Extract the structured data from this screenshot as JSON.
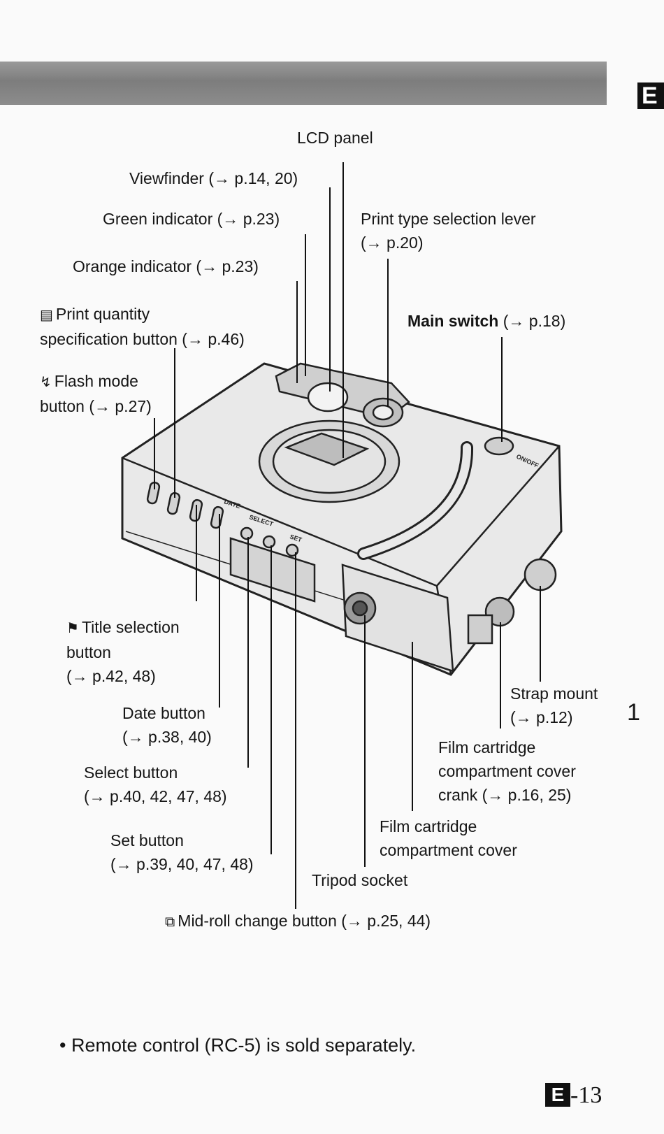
{
  "header": {
    "lang_tab": "E"
  },
  "labels": {
    "lcd_panel": "LCD panel",
    "viewfinder": "Viewfinder (→ p.14, 20)",
    "green_indicator": "Green indicator (→ p.23)",
    "print_type_lever_1": "Print type selection lever",
    "print_type_lever_2": "(→ p.20)",
    "orange_indicator": "Orange indicator (→ p.23)",
    "print_quantity_1": "Print quantity",
    "print_quantity_2": "specification button (→ p.46)",
    "main_switch_bold": "Main switch",
    "main_switch_ref": " (→ p.18)",
    "flash_mode_1": "Flash mode",
    "flash_mode_2": "button (→ p.27)",
    "title_selection_1": "Title selection",
    "title_selection_2": "button",
    "title_selection_3": "(→ p.42, 48)",
    "date_button_1": "Date button",
    "date_button_2": "(→ p.38, 40)",
    "strap_mount_1": "Strap mount",
    "strap_mount_2": "(→ p.12)",
    "film_crank_1": "Film cartridge",
    "film_crank_2": "compartment cover",
    "film_crank_3": "crank (→ p.16, 25)",
    "select_button_1": "Select button",
    "select_button_2": "(→ p.40, 42, 47, 48)",
    "film_cover_1": "Film cartridge",
    "film_cover_2": "compartment cover",
    "set_button_1": "Set button",
    "set_button_2": "(→ p.39, 40, 47, 48)",
    "tripod_socket": "Tripod socket",
    "mid_roll": "Mid-roll change button (→ p.25, 44)"
  },
  "icons": {
    "print_quantity": "print-quantity-icon",
    "flash": "flash-icon",
    "title": "title-flag-icon",
    "mid_roll": "mid-roll-icon"
  },
  "camera_markings": {
    "onoff": "ON/OFF",
    "date": "DATE",
    "select": "SELECT",
    "set": "SET"
  },
  "chapter_number": "1",
  "note": "• Remote control (RC-5) is sold separately.",
  "page": {
    "prefix": "E",
    "number": "-13"
  }
}
